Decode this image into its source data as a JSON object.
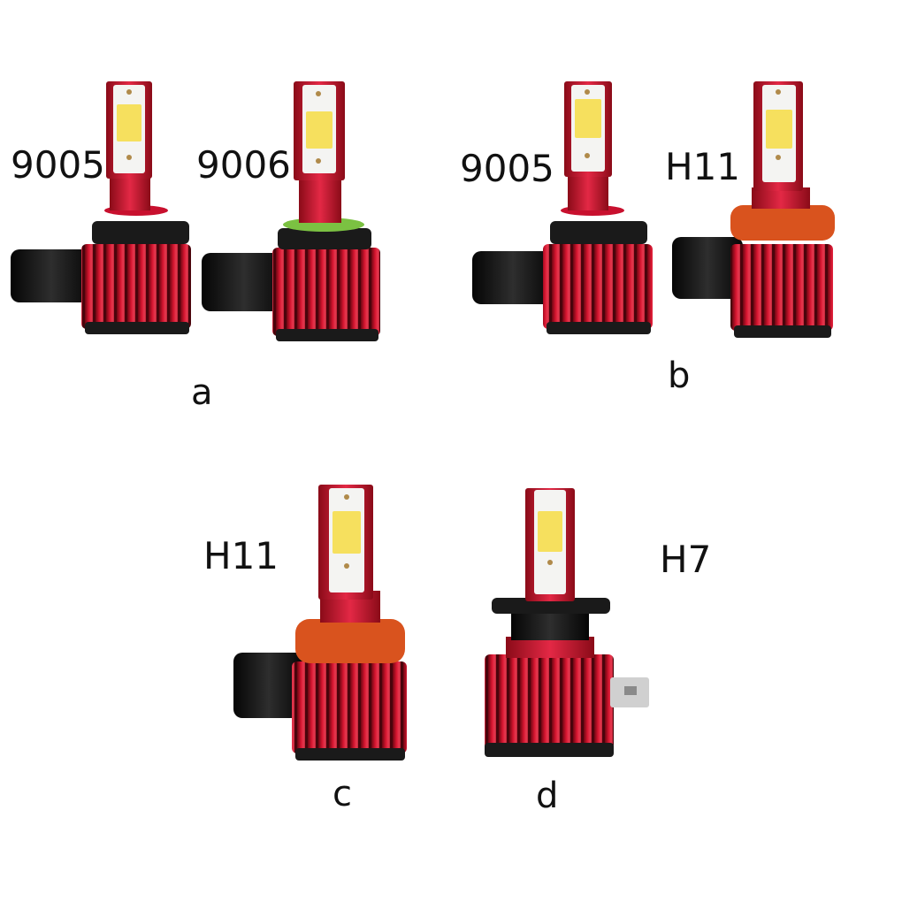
{
  "panels": [
    {
      "letter": "a",
      "labels": [
        "9005",
        "9006"
      ]
    },
    {
      "letter": "b",
      "labels": [
        "9005",
        "H11"
      ]
    },
    {
      "letter": "c",
      "labels": [
        "H11"
      ]
    },
    {
      "letter": "d",
      "labels": [
        "H7"
      ]
    }
  ],
  "colors": {
    "body_red": "#c8102e",
    "body_dark": "#7a0a16",
    "chip_yellow": "#f6e05e",
    "connector_black": "#1a1a1a",
    "seal_green": "#7bc142",
    "seal_orange": "#d9531e",
    "text": "#111111"
  }
}
